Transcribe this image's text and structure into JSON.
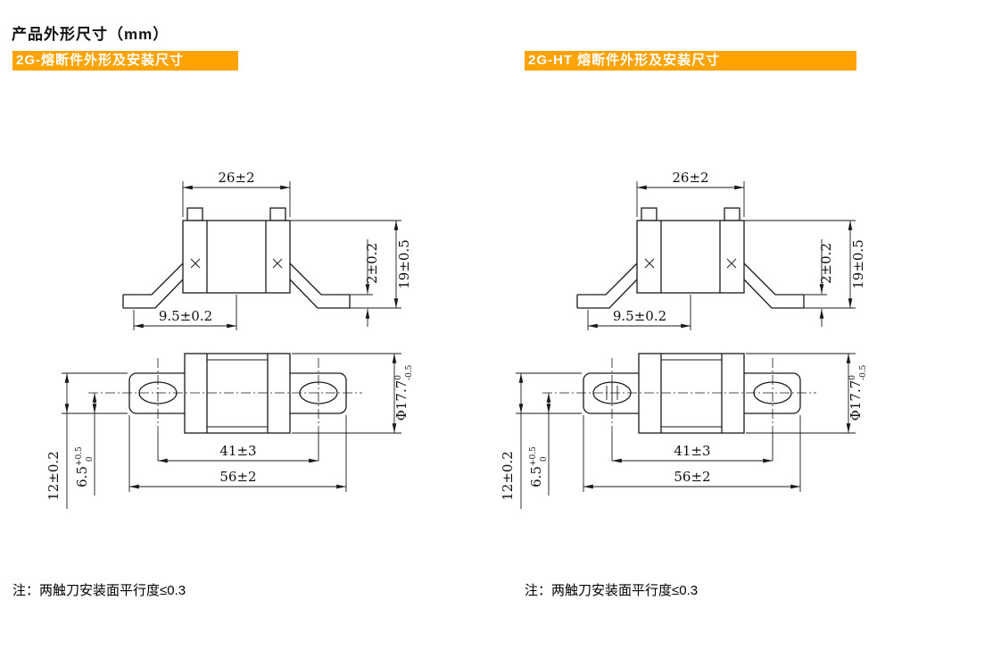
{
  "page": {
    "title": "产品外形尺寸（mm）",
    "colors": {
      "header_bg": "#FFA300",
      "header_text": "#FFFFFF",
      "line": "#1A1A1A"
    }
  },
  "sections": [
    {
      "id": "2G",
      "header": "2G-熔断件外形及安装尺寸",
      "note": "注：两触刀安装面平行度≤0.3",
      "dims": {
        "top_width": "26±2",
        "strap_thickness": "2±0.2",
        "overall_height": "19±0.5",
        "foot_length": "9.5±0.2",
        "diameter": "Φ17.7",
        "diameter_tol_upper": "0",
        "diameter_tol_lower": "-0.5",
        "hole_distance": "41±3",
        "overall_length": "56±2",
        "blade_width": "12±0.2",
        "hole_offset": "6.5",
        "hole_offset_tol_upper": "+0.5",
        "hole_offset_tol_lower": "0"
      }
    },
    {
      "id": "2G-HT",
      "header": "2G-HT 熔断件外形及安装尺寸",
      "note": "注：两触刀安装面平行度≤0.3",
      "dims": {
        "top_width": "26±2",
        "strap_thickness": "2±0.2",
        "overall_height": "19±0.5",
        "foot_length": "9.5±0.2",
        "diameter": "Φ17.7",
        "diameter_tol_upper": "0",
        "diameter_tol_lower": "-0.5",
        "hole_distance": "41±3",
        "overall_length": "56±2",
        "blade_width": "12±0.2",
        "hole_offset": "6.5",
        "hole_offset_tol_upper": "+0.5",
        "hole_offset_tol_lower": "0"
      }
    }
  ]
}
